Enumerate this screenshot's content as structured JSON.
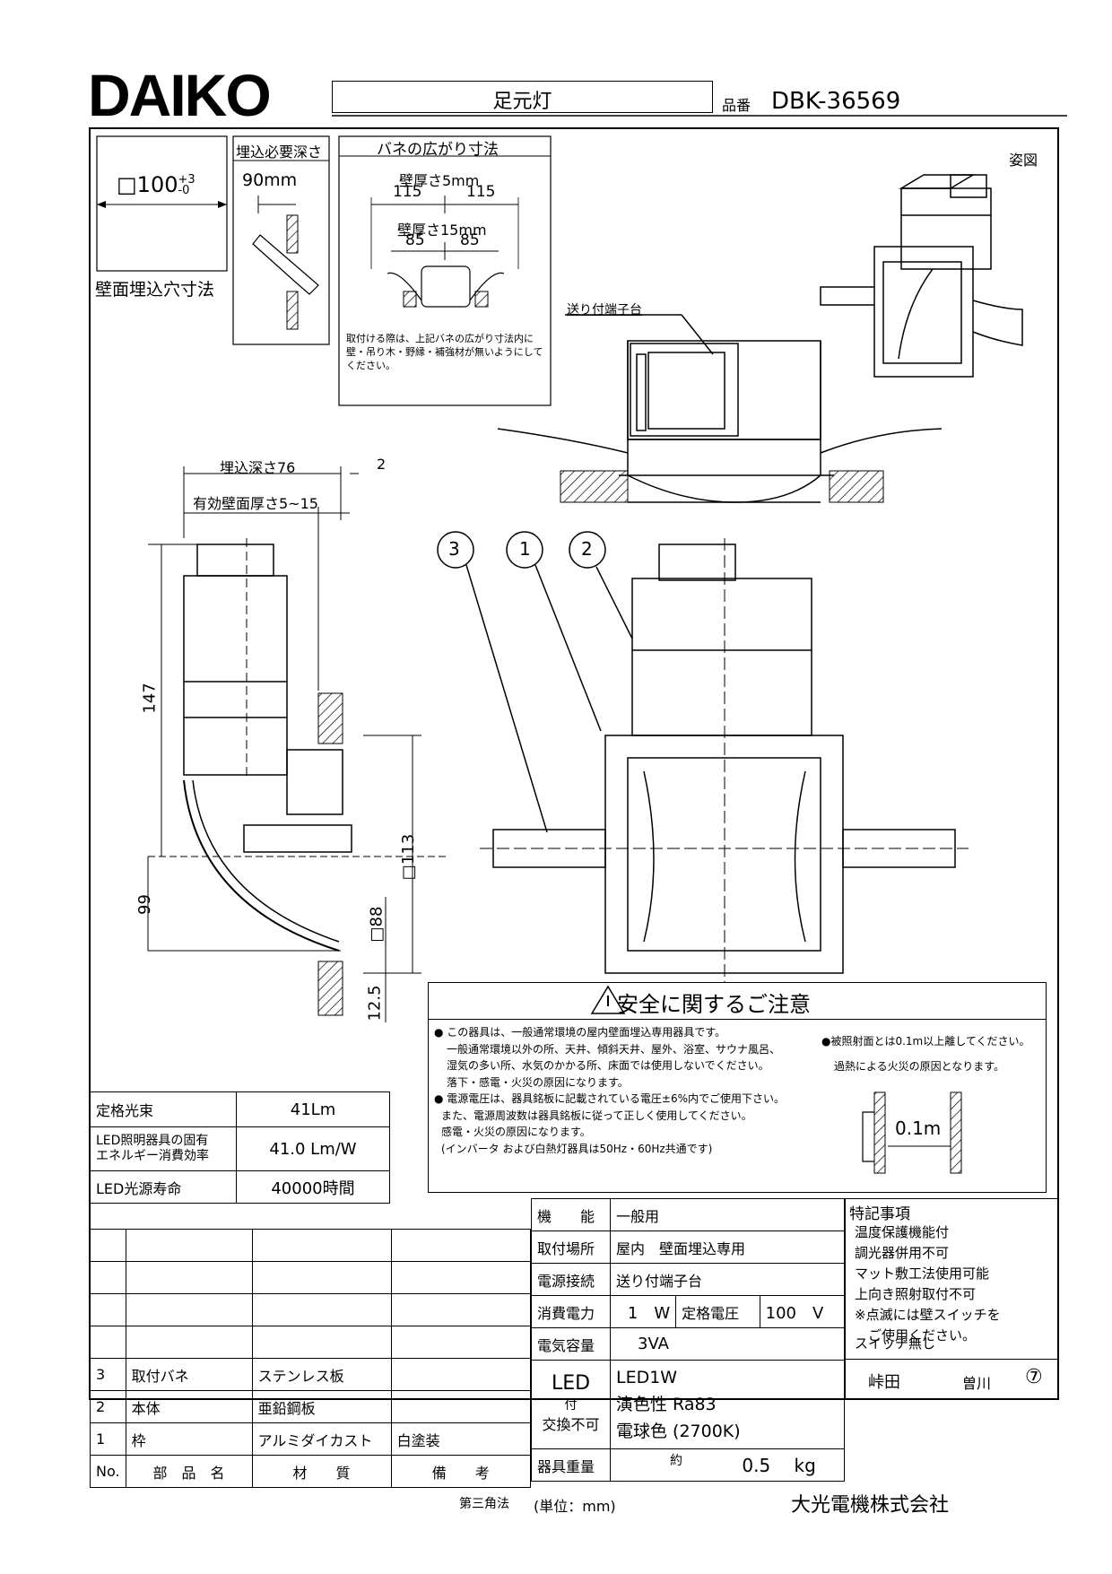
{
  "header": {
    "brand": "DAIKO",
    "product_type": "足元灯",
    "part_no_label": "品番",
    "part_no": "DBK-36569"
  },
  "cutout": {
    "size": "□100",
    "tolerance_plus": "+3",
    "tolerance_minus": "-0",
    "caption": "壁面埋込穴寸法"
  },
  "depth_box": {
    "title": "埋込必要深さ",
    "value": "90mm"
  },
  "spring_box": {
    "title": "バネの広がり寸法",
    "wall5_label": "壁厚さ5mm",
    "wall5_left": "115",
    "wall5_right": "115",
    "wall15_label": "壁厚さ15mm",
    "wall15_left": "85",
    "wall15_right": "85",
    "note": "取付ける際は、上記バネの広がり寸法内に壁・吊り木・野縁・補強材が無いようにしてください。"
  },
  "iso_label": "姿図",
  "terminal_label": "送り付端子台",
  "side_view": {
    "embed_depth": "埋込深さ76",
    "flange": "2",
    "wall_thickness": "有効壁面厚さ5~15",
    "height": "147",
    "lower": "99",
    "face": "□113",
    "opening": "□88",
    "offset": "12.5"
  },
  "callouts": [
    "3",
    "1",
    "2"
  ],
  "safety": {
    "title": "安全に関するご注意",
    "lines": [
      "● この器具は、一般通常環境の屋内壁面埋込専用器具です。",
      "一般通常環境以外の所、天井、傾斜天井、屋外、浴室、サウナ風呂、",
      "湿気の多い所、水気のかかる所、床面では使用しないでください。",
      "落下・感電・火災の原因になります。",
      "● 電源電圧は、器具銘板に記載されている電圧±6%内でご使用下さい。",
      "また、電源周波数は器具銘板に従って正しく使用してください。",
      "感電・火災の原因になります。",
      "(インバータ および白熱灯器具は50Hz・60Hz共通です)"
    ],
    "right1": "●被照射面とは0.1m以上離してください。",
    "right2": "過熱による火災の原因となります。",
    "distance": "0.1m"
  },
  "specs": {
    "flux_label": "定格光束",
    "flux_value": "41Lm",
    "efficiency_label1": "LED照明器具の固有",
    "efficiency_label2": "エネルギー消費効率",
    "efficiency_value": "41.0 Lm/W",
    "life_label": "LED光源寿命",
    "life_value": "40000時間"
  },
  "spec_table": {
    "function_label": "機　　能",
    "function_value": "一般用",
    "mount_label": "取付場所",
    "mount_value": "屋内　壁面埋込専用",
    "power_conn_label": "電源接続",
    "power_conn_value": "送り付端子台",
    "consumption_label": "消費電力",
    "consumption_value": "1　W",
    "rated_voltage_label": "定格電圧",
    "rated_voltage_value": "100　V",
    "capacity_label": "電気容量",
    "capacity_value": "3VA",
    "led_label1": "LED",
    "led_label2": "付",
    "led_label3": "交換不可",
    "led_value1": "LED1W",
    "led_value2": "演色性 Ra83",
    "led_value3": "電球色 (2700K)",
    "weight_label": "器具重量",
    "weight_approx": "約",
    "weight_value": "0.5",
    "weight_unit": "kg"
  },
  "notes": {
    "title": "特記事項",
    "items": [
      "温度保護機能付",
      "調光器併用不可",
      "マット敷工法使用可能",
      "上向き照射取付不可",
      "※点滅には壁スイッチを",
      "　ご使用ください。"
    ],
    "switch": "スイッチ無し"
  },
  "parts": {
    "headers": [
      "No.",
      "部　品　名",
      "材　　質",
      "備　　考"
    ],
    "rows": [
      [
        "3",
        "取付バネ",
        "ステンレス板",
        ""
      ],
      [
        "2",
        "本体",
        "亜鉛鋼板",
        ""
      ],
      [
        "1",
        "枠",
        "アルミダイカスト",
        "白塗装"
      ]
    ]
  },
  "signature": {
    "drawn": "峠田",
    "checked": "曽川",
    "rev": "⑦"
  },
  "footer": {
    "projection": "第三角法",
    "unit": "(単位：mm)",
    "company": "大光電機株式会社"
  }
}
